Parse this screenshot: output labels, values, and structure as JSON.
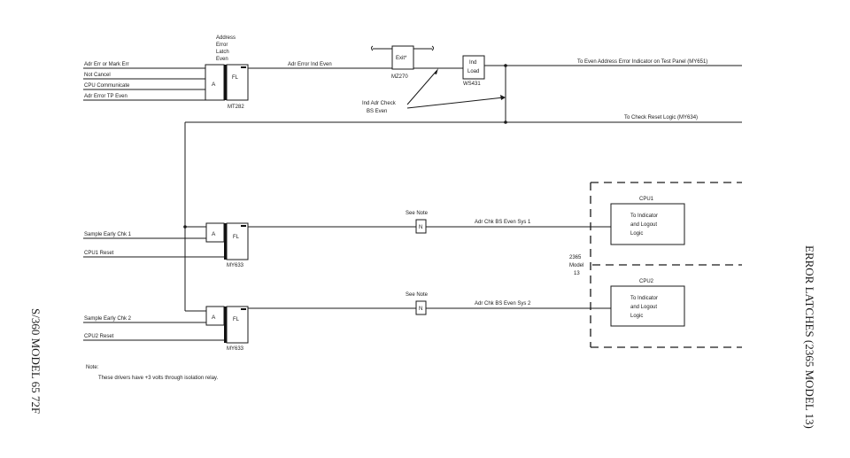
{
  "top_latch": {
    "title_lines": [
      "Address",
      "Error",
      "Latch",
      "Even"
    ],
    "inputs": [
      "Adr Err or Mark Err",
      "Not Cancel",
      "CPU Communicate",
      "Adr Error TP Even"
    ],
    "and_label": "A",
    "fl_label": "FL",
    "ref": "MT282",
    "output_label": "Adr Error Ind Even"
  },
  "exit_block": {
    "label": "Exit*",
    "ref": "MZ270"
  },
  "load_block": {
    "line1": "Ind",
    "line2": "Load",
    "ref": "WS431"
  },
  "check_label": {
    "line1": "Ind Adr Check",
    "line2": "BS Even"
  },
  "outputs": {
    "test_panel": "To Even Address Error Indicator on Test Panel (MY651)",
    "reset_logic": "To Check Reset Logic (MY634)"
  },
  "latch1": {
    "inputs": [
      "Sample Early Chk 1",
      "CPU1 Reset"
    ],
    "and_label": "A",
    "fl_label": "FL",
    "ref": "MY633",
    "note_ref": "See Note",
    "driver": "N",
    "output_label": "Adr Chk BS Even Sys 1"
  },
  "latch2": {
    "inputs": [
      "Sample Early Chk 2",
      "CPU2 Reset"
    ],
    "and_label": "A",
    "fl_label": "FL",
    "ref": "MY633",
    "note_ref": "See Note",
    "driver": "N",
    "output_label": "Adr Chk BS Even Sys 2"
  },
  "cpu1": {
    "title": "CPU1",
    "lines": [
      "To Indicator",
      "and Logout",
      "Logic"
    ]
  },
  "cpu2": {
    "title": "CPU2",
    "lines": [
      "To Indicator",
      "and Logout",
      "Logic"
    ]
  },
  "model_label": [
    "2365",
    "Model",
    "13"
  ],
  "note": {
    "title": "Note:",
    "text": "These drivers have +3 volts through isolation relay."
  },
  "side_left": "S/360 MODEL 65    72F",
  "side_right": "ERROR LATCHES (2365 MODEL 13)"
}
